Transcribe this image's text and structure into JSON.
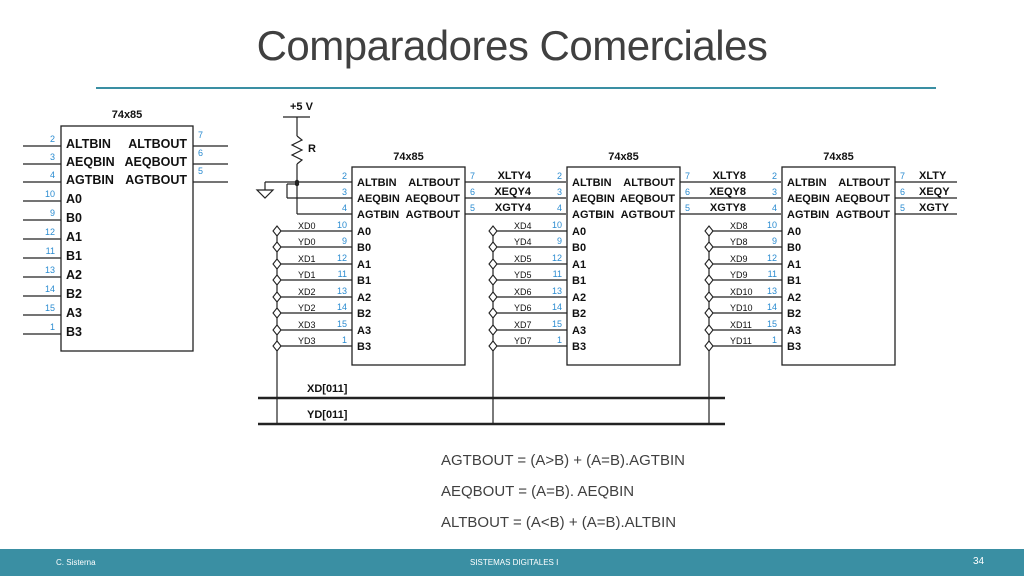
{
  "title": "Comparadores Comerciales",
  "chip_name": "74x85",
  "supply": "+5 V",
  "resistor": "R",
  "pins_in": [
    {
      "n": "2",
      "name": "ALTBIN"
    },
    {
      "n": "3",
      "name": "AEQBIN"
    },
    {
      "n": "4",
      "name": "AGTBIN"
    },
    {
      "n": "10",
      "name": "A0"
    },
    {
      "n": "9",
      "name": "B0"
    },
    {
      "n": "12",
      "name": "A1"
    },
    {
      "n": "11",
      "name": "B1"
    },
    {
      "n": "13",
      "name": "A2"
    },
    {
      "n": "14",
      "name": "B2"
    },
    {
      "n": "15",
      "name": "A3"
    },
    {
      "n": "1",
      "name": "B3"
    }
  ],
  "pins_out": [
    {
      "n": "7",
      "name": "ALTBOUT"
    },
    {
      "n": "6",
      "name": "AEQBOUT"
    },
    {
      "n": "5",
      "name": "AGTBOUT"
    }
  ],
  "stage_inputs": [
    [
      "XD0",
      "YD0",
      "XD1",
      "YD1",
      "XD2",
      "YD2",
      "XD3",
      "YD3"
    ],
    [
      "XD4",
      "YD4",
      "XD5",
      "YD5",
      "XD6",
      "YD6",
      "XD7",
      "YD7"
    ],
    [
      "XD8",
      "YD8",
      "XD9",
      "YD9",
      "XD10",
      "YD10",
      "XD11",
      "YD11"
    ]
  ],
  "cascade": [
    [
      "XLTY4",
      "XEQY4",
      "XGTY4"
    ],
    [
      "XLTY8",
      "XEQY8",
      "XGTY8"
    ],
    [
      "XLTY",
      "XEQY",
      "XGTY"
    ]
  ],
  "buses": [
    "XD[011]",
    "YD[011]"
  ],
  "equations": [
    "AGTBOUT = (A>B) + (A=B).AGTBIN",
    "AEQBOUT = (A=B). AEQBIN",
    "ALTBOUT = (A<B) + (A=B).ALTBIN"
  ],
  "footer": {
    "left": "C. Sisterna",
    "center": "SISTEMAS DIGITALES I",
    "page": "34"
  }
}
